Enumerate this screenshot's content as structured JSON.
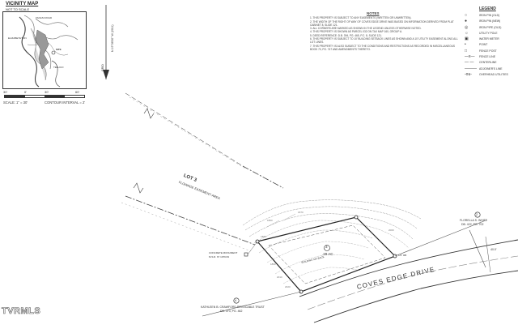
{
  "vicinity_map": {
    "title": "VICINITY MAP",
    "subtitle": "NOT TO SCALE",
    "labels": [
      "ELIZABETHTON",
      "TANASI ROAD",
      "SITE",
      "TELLICO"
    ]
  },
  "scale": {
    "ticks": [
      "30'",
      "0'",
      "30'",
      "60'"
    ],
    "scale_text": "SCALE: 1\" = 30'",
    "contour_text": "CONTOUR INTERVAL = 2'"
  },
  "north_arrow": {
    "label": "GRID",
    "bearing": "N 19°36'00\" W (2011)"
  },
  "notes": {
    "title": "NOTES",
    "items": [
      "1. THIS PROPERTY IS SUBJECT TO ANY EASEMENTS (WRITTEN OR UNWRITTEN).",
      "2. THE WIDTH OF THE RIGHT OF WAY OF COVES EDGE DRIVE WAS BASED ON INFORMATION DERIVED FROM PLAT CABINET 8, SLIDE 121.",
      "3. ALL CORNERS ARE MARKED AS SHOWN IN THE LEGEND UNLESS OTHERWISE NOTED.",
      "4. THIS PROPERTY IS SHOWN AS PARCEL 032 ON TAX MAP 160, GROUP A.",
      "5. DEED REFERENCE: D.B. 394, PG. 465, P.C. 8, SLIDE 121.",
      "6. THIS PROPERTY IS SUBJECT TO 10' BUILDING SETBACK LINES AS SHOWN AND A 10' UTILITY EASEMENT ALONG ALL LOT LINES.",
      "7. THIS PROPERTY IS ALSO SUBJECT TO THE CONDITIONS AND RESTRICTIONS AS RECORDED IN MISCELLANEOUS BOOK 70, PG. 747 AND AMENDMENTS THERETO."
    ]
  },
  "legend": {
    "title": "LEGEND",
    "items": [
      {
        "symbol": "○",
        "label": "IRON PIN (OLD)"
      },
      {
        "symbol": "●",
        "label": "IRON PIN (NEW)"
      },
      {
        "symbol": "◎",
        "label": "IRON PIPE (OLD)"
      },
      {
        "symbol": "☼",
        "label": "UTILITY POLE"
      },
      {
        "symbol": "▣",
        "label": "WATER METER"
      },
      {
        "symbol": "•",
        "label": "POINT"
      },
      {
        "symbol": "□",
        "label": "FENCE POST"
      },
      {
        "symbol": "—x—",
        "label": "FENCE LINE"
      },
      {
        "symbol": "— —",
        "label": "CENTERLINE"
      },
      {
        "symbol": "———",
        "label": "ADJOINER'S LINE"
      },
      {
        "symbol": "-ou-",
        "label": "OVERHEAD UTILITIES"
      }
    ]
  },
  "plan": {
    "lot_label": "LOT 3",
    "easement_label": "FLOWAGE EASEMENT AREA",
    "lot_number": "3",
    "acreage": ".29 AC",
    "road_name": "COVES EDGE DRIVE",
    "setback_label": "BUILDING SETBACK",
    "adjoiner_east": {
      "number": "2",
      "name": "FLORELLA S. WHITE",
      "ref": "DB. 422, PG. 702"
    },
    "adjoiner_south": {
      "number": "4",
      "name": "KATHLEEN B. CRAWFORD REVOCABLE TRUST",
      "ref": "DB. 373, PG. 462"
    },
    "monument_label": "CONCRETE MONUMENT",
    "monument_ref": "M.S.R. 67 1979.84",
    "pin_label": "1/2\" RB",
    "road_width": "40.0'",
    "contours": [
      "1860",
      "1870",
      "1880",
      "1890",
      "2000",
      "2010",
      "2020"
    ]
  },
  "watermark": "TVRMLS"
}
